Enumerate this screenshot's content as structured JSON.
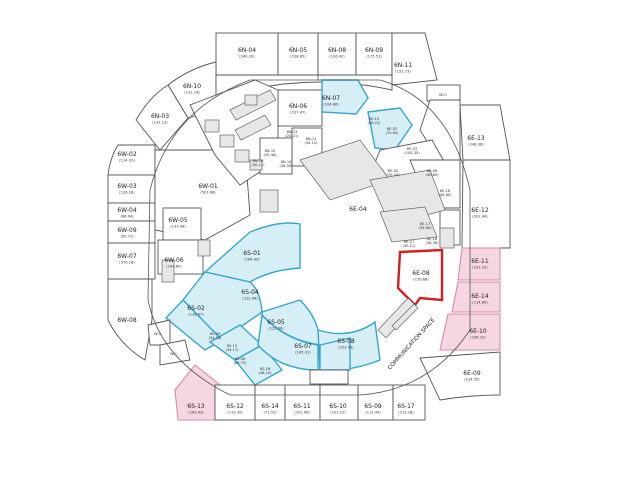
{
  "corridor_label": "COMMUNICATION SPACE",
  "wc": "W.C.",
  "north": [
    {
      "id": "6N-04",
      "area": "(240.20)"
    },
    {
      "id": "6N-05",
      "area": "(128.65)"
    },
    {
      "id": "6N-08",
      "area": "(126.42)"
    },
    {
      "id": "6N-09",
      "area": "(115.51)"
    },
    {
      "id": "6N-11",
      "area": "(152.73)"
    },
    {
      "id": "6N-10",
      "area": "(131.14)"
    },
    {
      "id": "6N-03",
      "area": "(131.13)"
    },
    {
      "id": "6N-07",
      "area": "(104.80)"
    },
    {
      "id": "6N-06",
      "area": "(127.47)"
    },
    {
      "id": "6N-12",
      "area": "(34.10)"
    },
    {
      "id": "6N-13",
      "area": "(24.21)"
    },
    {
      "id": "6N-14",
      "area": "(36.58)"
    },
    {
      "id": "6N-15",
      "area": "(45.46)"
    },
    {
      "id": "6N-16",
      "area": "(30.11)"
    }
  ],
  "west": [
    {
      "id": "6W-02",
      "area": "(114.02)"
    },
    {
      "id": "6W-03",
      "area": "(126.18)"
    },
    {
      "id": "6W-04",
      "area": "(66.94)"
    },
    {
      "id": "6W-09",
      "area": "(59.71)"
    },
    {
      "id": "6W-07",
      "area": "(376.18)"
    },
    {
      "id": "6W-08",
      "area": ""
    },
    {
      "id": "6W-01",
      "area": "(501.68)"
    },
    {
      "id": "6W-05",
      "area": "(133.08)"
    },
    {
      "id": "6W-06",
      "area": "(104.80)"
    }
  ],
  "east": [
    {
      "id": "6E-13",
      "area": "(248.36)"
    },
    {
      "id": "6E-12",
      "area": "(202.44)"
    },
    {
      "id": "6E-11",
      "area": "(101.22)"
    },
    {
      "id": "6E-14",
      "area": "(114.80)"
    },
    {
      "id": "6E-10",
      "area": "(108.12)"
    },
    {
      "id": "6E-09",
      "area": "(214.55)"
    },
    {
      "id": "6E-15",
      "area": "(46.22)"
    },
    {
      "id": "6E-02",
      "area": "(70.80)"
    },
    {
      "id": "6E-03",
      "area": "(105.35)"
    },
    {
      "id": "6E-05",
      "area": "(70.20)"
    },
    {
      "id": "6E-06",
      "area": "(40.60)"
    },
    {
      "id": "6E-16",
      "area": "(40.60)"
    },
    {
      "id": "6E-04",
      "area": ""
    },
    {
      "id": "6E-08",
      "area": "(150.68)"
    },
    {
      "id": "6E-27",
      "area": "(30.11)"
    },
    {
      "id": "6E-18",
      "area": "(38.36)"
    },
    {
      "id": "6E-17",
      "area": "(33.60)"
    }
  ],
  "south": [
    {
      "id": "6S-01",
      "area": "(164.09)"
    },
    {
      "id": "6S-04",
      "area": "(212.96)"
    },
    {
      "id": "6S-02",
      "area": "(118.07)"
    },
    {
      "id": "6S-03",
      "area": "(94.18)"
    },
    {
      "id": "6S-15",
      "area": "(34.17)"
    },
    {
      "id": "6S-05",
      "area": "(122.56)"
    },
    {
      "id": "6S-07",
      "area": "(145.41)"
    },
    {
      "id": "6S-08",
      "area": "(153.70)"
    },
    {
      "id": "6S-06",
      "area": "(69.75)"
    },
    {
      "id": "6S-16",
      "area": "(48.10)"
    },
    {
      "id": "6S-13",
      "area": "(163.43)"
    },
    {
      "id": "6S-12",
      "area": "(113.30)"
    },
    {
      "id": "6S-14",
      "area": "(71.01)"
    },
    {
      "id": "6S-11",
      "area": "(101.06)"
    },
    {
      "id": "6S-10",
      "area": "(101.22)"
    },
    {
      "id": "6S-09",
      "area": "(111.44)"
    },
    {
      "id": "6S-17",
      "area": "(112.18)"
    }
  ]
}
